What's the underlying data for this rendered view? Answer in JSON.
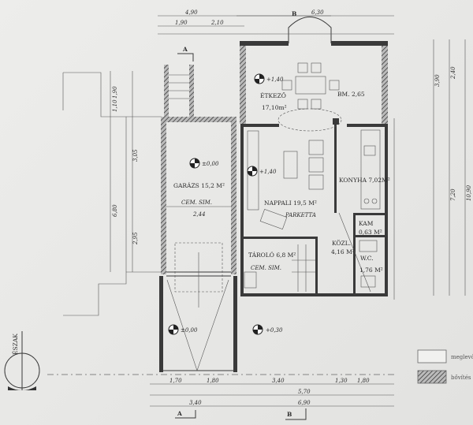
{
  "rooms": {
    "etkezo": "ÉTKEZŐ",
    "etkezo_area": "17,10m²",
    "bm": "BM. 2,65",
    "nappali": "NAPPALI 19,5 M²",
    "parketta": "PARKETTA",
    "konyha": "KONYHA 7,02M²",
    "garazs": "GARÁZS 15,2 M²",
    "cem_sim": "CEM. SIM.",
    "garazs_width": "2,44",
    "tarolo": "TÁROLÓ 6,8 M²",
    "tarolo_floor": "CEM. SIM.",
    "kozl": "KÖZL.",
    "kozl_area": "4,16 M²",
    "kam": "KAM",
    "kam_area": "0,63 M²",
    "wc": "W.C.",
    "wc_area": "1,76 M²"
  },
  "levels": {
    "etkezo": "+1,40",
    "nappali": "+1,40",
    "garazs": "±0,00",
    "drive": "±0,00",
    "yard": "+0,30"
  },
  "dimensions": {
    "top": [
      "4,90",
      "1,90",
      "2,10",
      "6,30"
    ],
    "bottom_row1": [
      "1,70",
      "1,80",
      "3,40",
      "1,30",
      "1,80"
    ],
    "bottom_row2": [
      "5,70"
    ],
    "bottom_row3": [
      "3,40",
      "6,90"
    ],
    "left": [
      "1,90",
      "1,10",
      "3,05",
      "6,80",
      "2,95"
    ],
    "right": [
      "3,90",
      "2,40",
      "7,20",
      "10,90"
    ]
  },
  "section_marks": {
    "a": "A",
    "b": "B"
  },
  "compass": {
    "label": "ÉSZAK"
  },
  "legend": {
    "existing": "meglevő",
    "extension": "bővítés"
  }
}
